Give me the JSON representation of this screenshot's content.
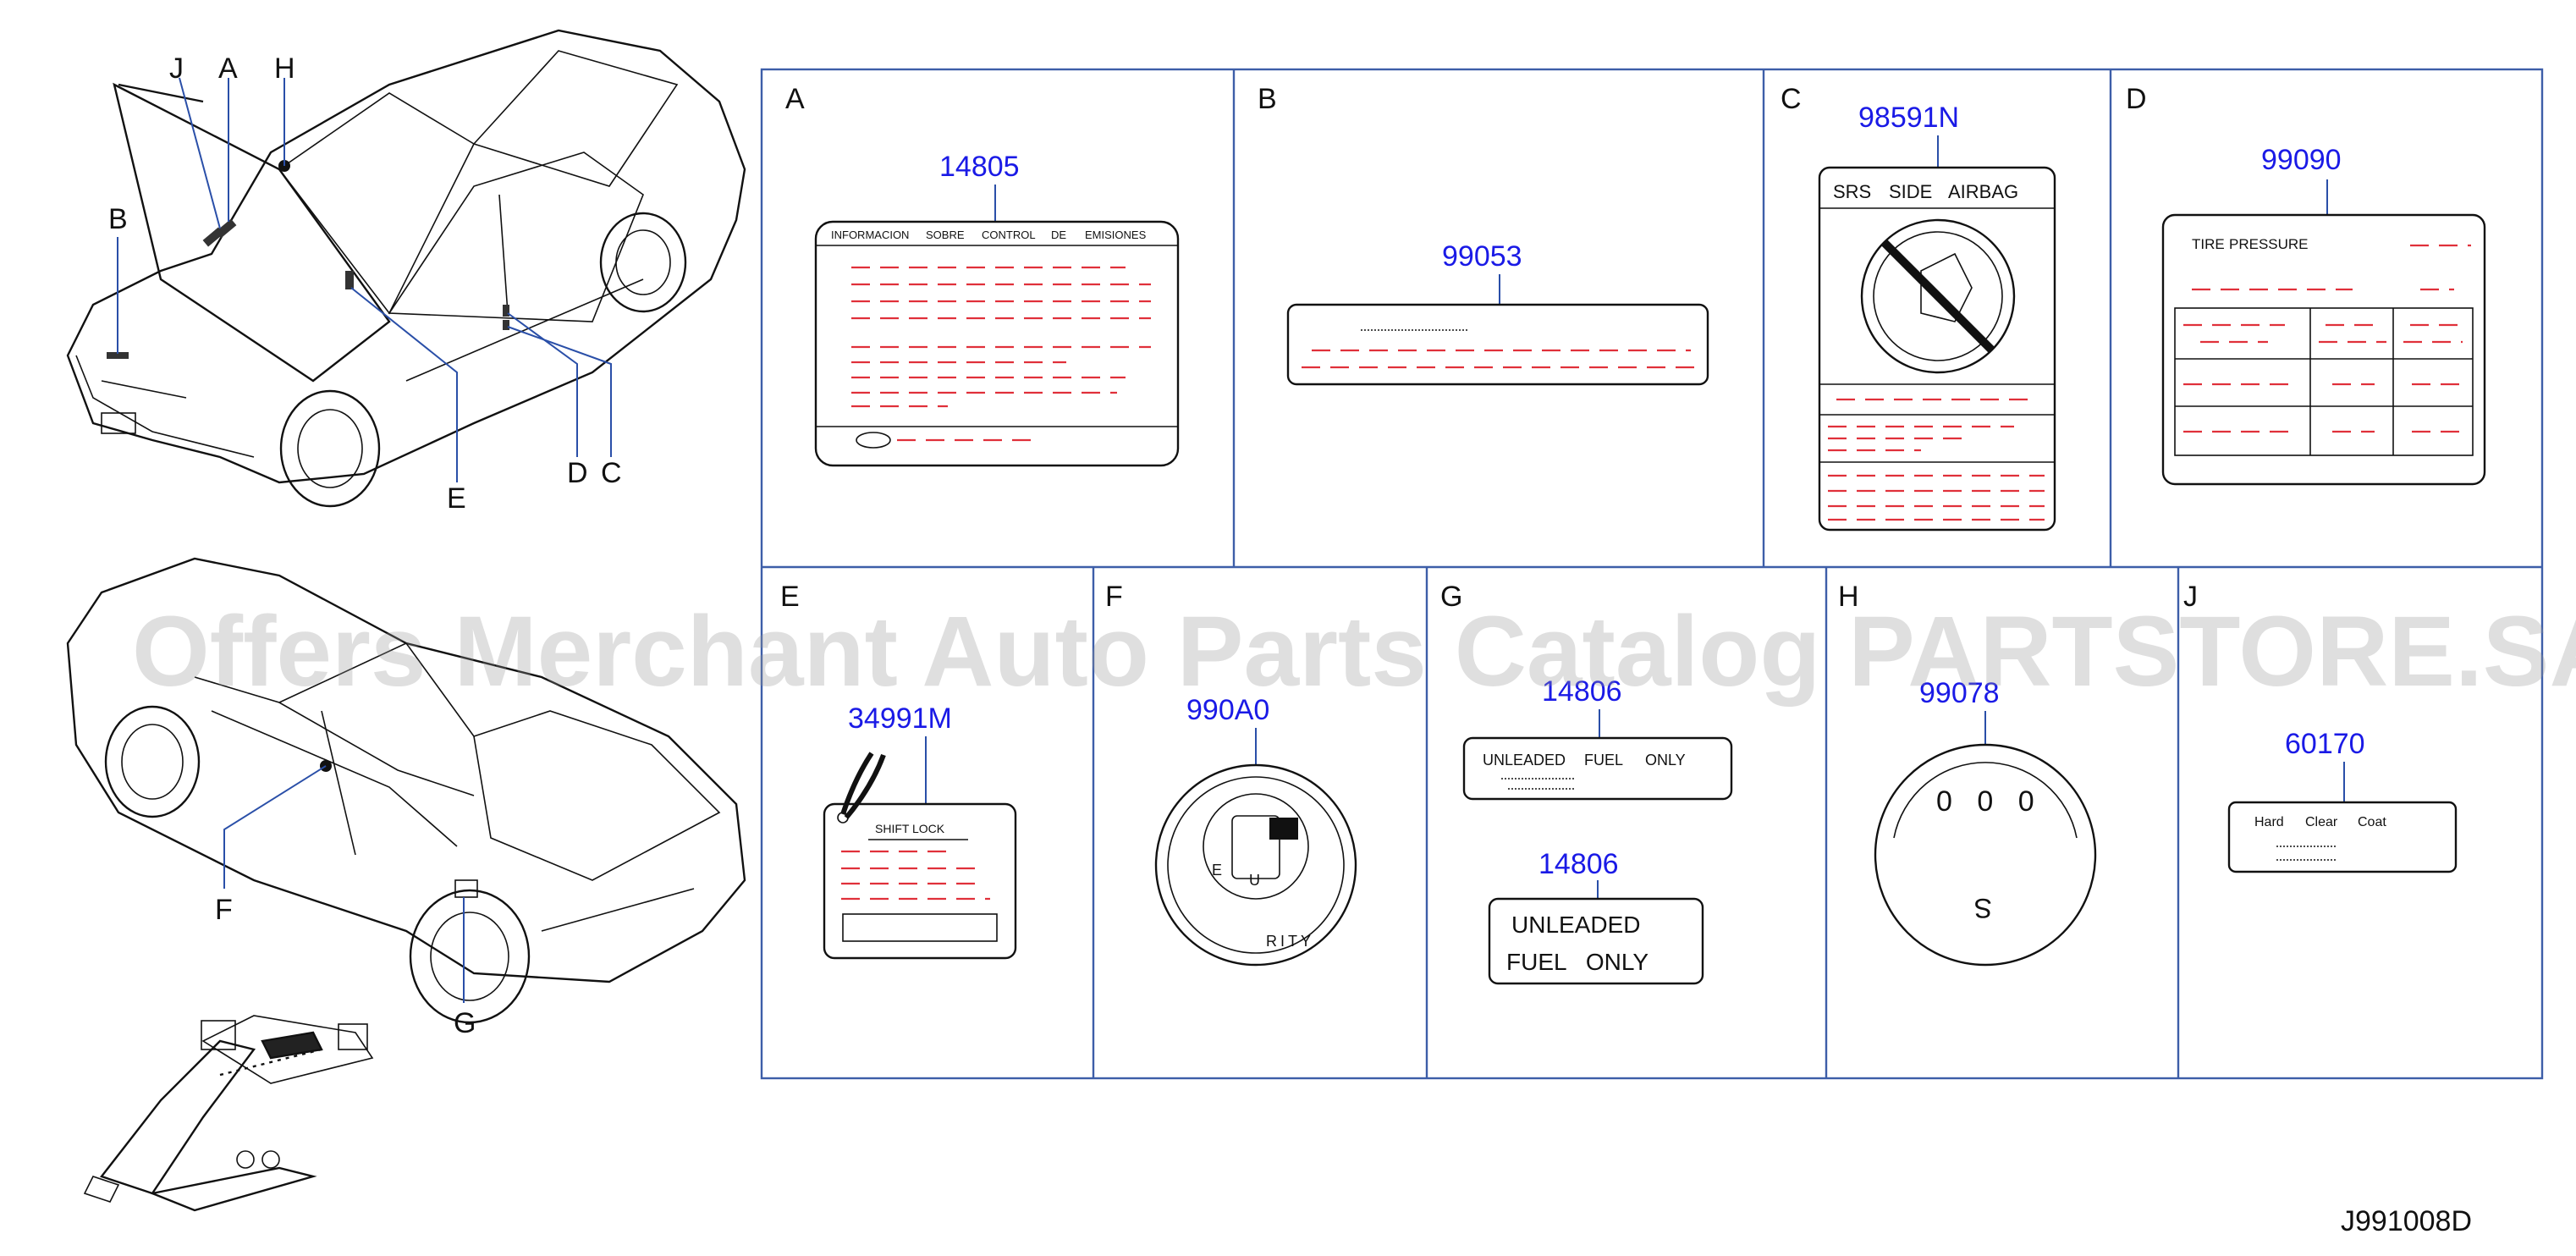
{
  "watermark": "Offers Merchant Auto Parts Catalog PARTSTORE.SA",
  "diagram_code": "J991008D",
  "car_callouts": {
    "J": "J",
    "A": "A",
    "H": "H",
    "B": "B",
    "E": "E",
    "D": "D",
    "C": "C",
    "F": "F",
    "G": "G"
  },
  "cells": [
    {
      "letter": "A",
      "part_number": "14805",
      "label_lines": [
        "INFORMACION",
        "SOBRE",
        "CONTROL",
        "DE",
        "EMISIONES"
      ]
    },
    {
      "letter": "B",
      "part_number": "99053"
    },
    {
      "letter": "C",
      "part_number": "98591N",
      "label_lines": [
        "SRS",
        "SIDE",
        "AIRBAG"
      ]
    },
    {
      "letter": "D",
      "part_number": "99090",
      "label_lines": [
        "TIRE",
        "PRESSURE"
      ]
    },
    {
      "letter": "E",
      "part_number": "34991M",
      "label_lines": [
        "SHIFT",
        "LOCK"
      ]
    },
    {
      "letter": "F",
      "part_number": "990A0",
      "ring_text": [
        "E",
        "U",
        "RITY"
      ]
    },
    {
      "letter": "G",
      "part_number": "14806",
      "label_lines": [
        "UNLEADED",
        "FUEL",
        "ONLY"
      ],
      "part_number_2": "14806",
      "label2_line1": "UNLEADED",
      "label2_line2": "FUEL   ONLY"
    },
    {
      "letter": "H",
      "part_number": "99078",
      "dial_top": "0 0 0",
      "dial_bottom": "S"
    },
    {
      "letter": "J",
      "part_number": "60170",
      "label_lines": [
        "Hard",
        "Clear",
        "Coat"
      ]
    }
  ]
}
